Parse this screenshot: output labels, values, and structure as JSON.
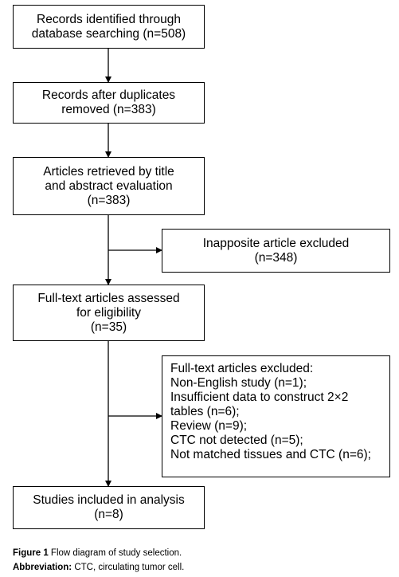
{
  "flow": {
    "identified": {
      "lines": [
        "Records identified through",
        "database searching (n=508)"
      ]
    },
    "dedup": {
      "lines": [
        "Records after duplicates",
        "removed (n=383)"
      ]
    },
    "screened": {
      "lines": [
        "Articles retrieved by title",
        "and abstract evaluation",
        "(n=383)"
      ]
    },
    "excluded_screen": {
      "lines": [
        "Inapposite article excluded",
        "(n=348)"
      ]
    },
    "fulltext": {
      "lines": [
        "Full-text articles assessed",
        "for eligibility",
        "(n=35)"
      ]
    },
    "excluded_fulltext": {
      "lines": [
        "Full-text articles excluded:",
        "Non-English study (n=1);",
        "Insufficient data to construct 2×2",
        "tables (n=6);",
        "Review (n=9);",
        "CTC not detected (n=5);",
        "Not matched tissues and CTC (n=6);"
      ]
    },
    "included": {
      "lines": [
        "Studies included in analysis",
        "(n=8)"
      ]
    }
  },
  "caption": {
    "figure_label": "Figure 1",
    "figure_text": " Flow diagram of study selection.",
    "abbrev_label": "Abbreviation:",
    "abbrev_text": " CTC, circulating tumor cell."
  },
  "colors": {
    "stroke": "#000000",
    "background": "#ffffff"
  }
}
